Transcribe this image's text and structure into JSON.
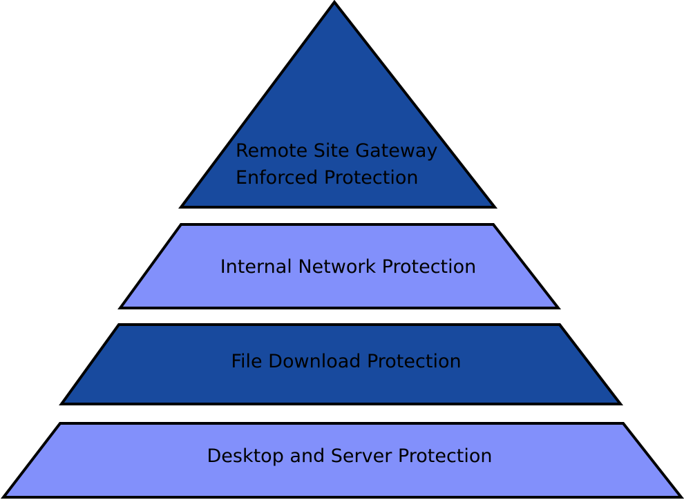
{
  "colors": {
    "dark_tier": "#184a9e",
    "light_tier": "#8290fb",
    "outline": "#000000",
    "dark_text": "#ffffff",
    "light_text": "#000000"
  },
  "pyramid": {
    "tiers": [
      {
        "lines": [
          "Remote Site Gateway",
          "Enforced Protection"
        ],
        "fill": "dark"
      },
      {
        "lines": [
          "Internal Network Protection"
        ],
        "fill": "light"
      },
      {
        "lines": [
          "File Download Protection"
        ],
        "fill": "dark"
      },
      {
        "lines": [
          "Desktop and Server Protection"
        ],
        "fill": "light"
      }
    ]
  }
}
